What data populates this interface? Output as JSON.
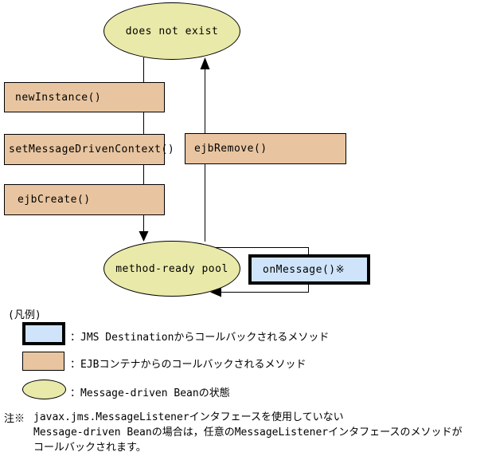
{
  "diagram": {
    "states": {
      "does_not_exist": "does not exist",
      "method_ready_pool": "method-ready pool"
    },
    "methods": {
      "new_instance": "newInstance()",
      "set_message_driven_context": "setMessageDrivenContext()",
      "ejb_create": "ejbCreate()",
      "ejb_remove": "ejbRemove()",
      "on_message": "onMessage()※"
    }
  },
  "legend": {
    "title": "(凡例)",
    "items": [
      {
        "swatch": "jms-callback-swatch",
        "label": "：JMS Destinationからコールバックされるメソッド"
      },
      {
        "swatch": "ejb-callback-swatch",
        "label": "：EJBコンテナからのコールバックされるメソッド"
      },
      {
        "swatch": "bean-state-swatch",
        "label": "：Message-driven Beanの状態"
      }
    ]
  },
  "note": {
    "marker": "注※",
    "lines": [
      "javax.jms.MessageListenerインタフェースを使用していない",
      "Message-driven Beanの場合は，任意のMessageListenerインタフェースのメソッドが",
      "コールバックされます。"
    ]
  },
  "colors": {
    "state_fill": "#e9e9a9",
    "ejb_callback_fill": "#e8c5a0",
    "jms_callback_fill": "#cfe4fa",
    "line": "#000000"
  }
}
